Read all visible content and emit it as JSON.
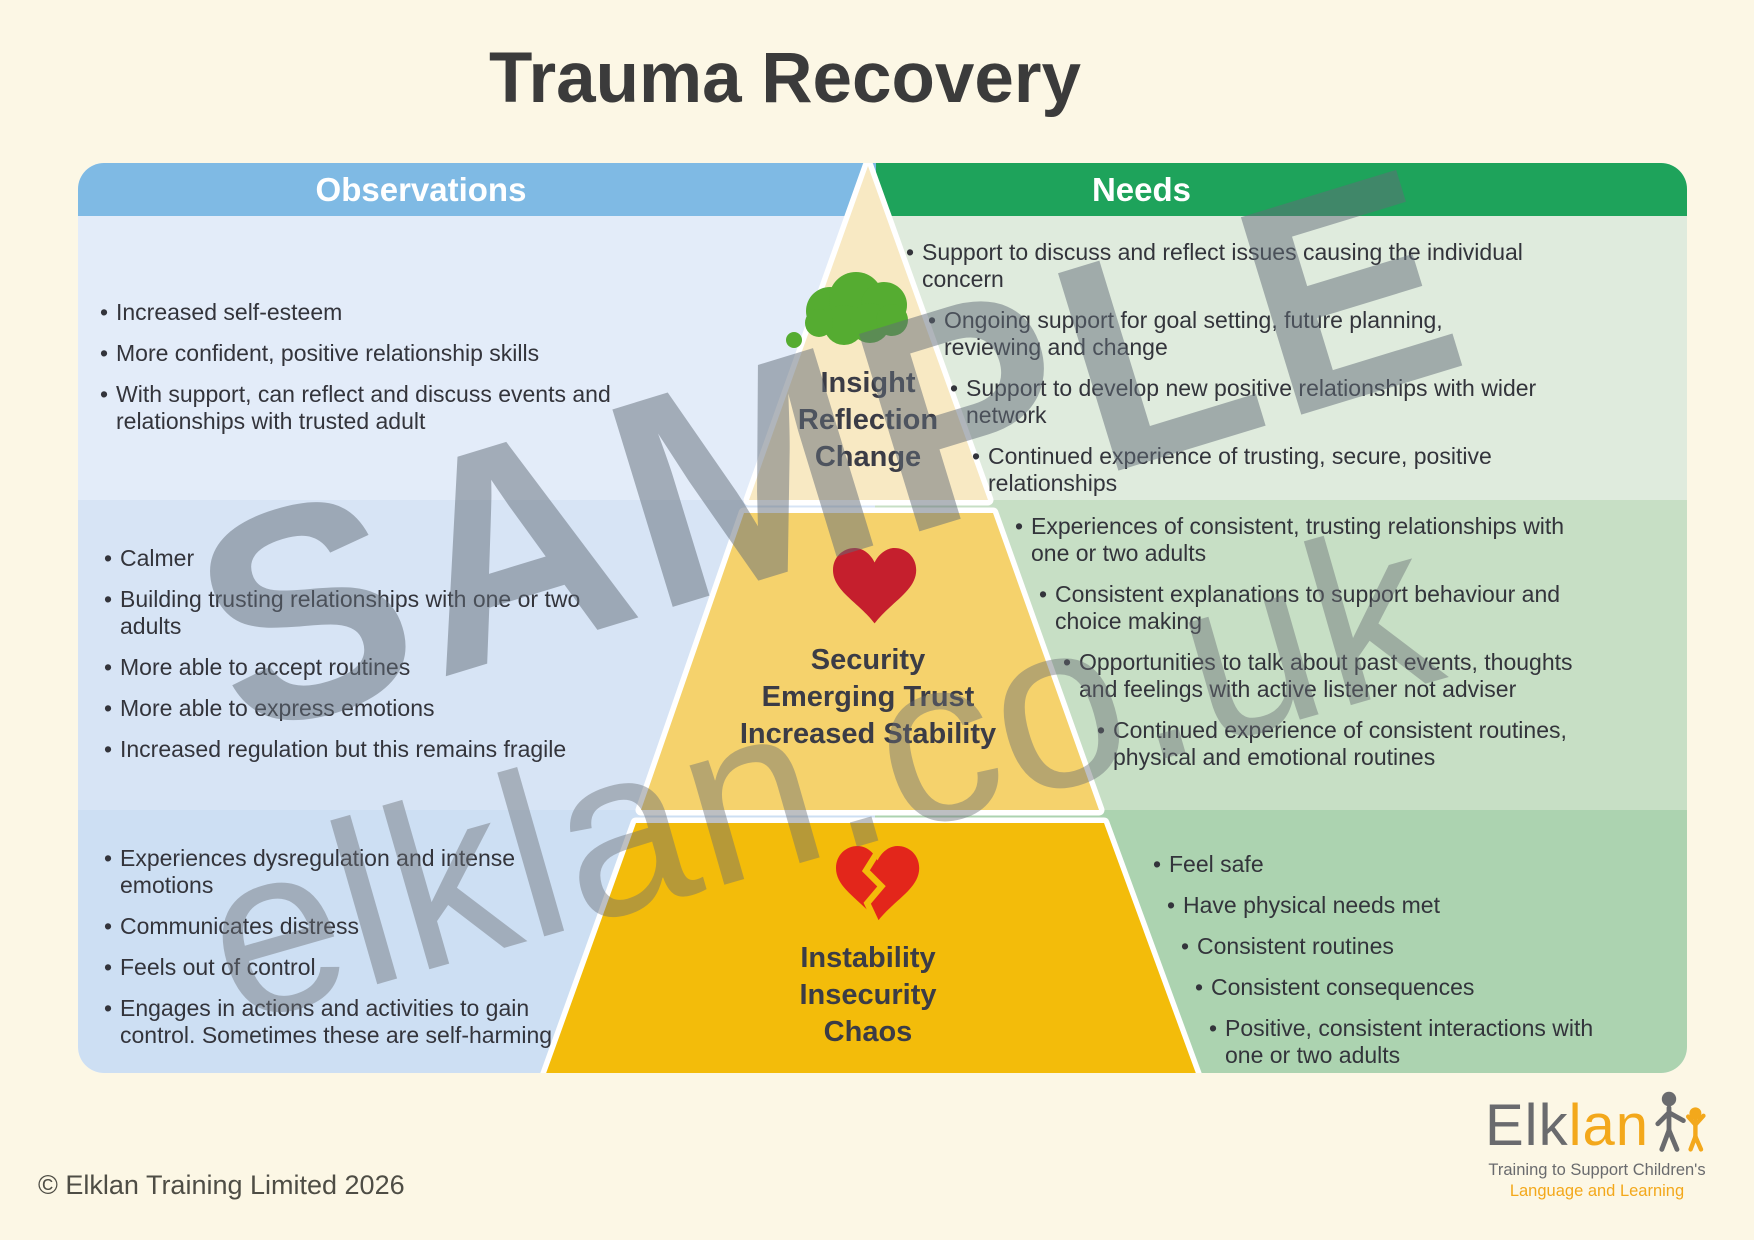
{
  "title": "Trauma Recovery",
  "headers": {
    "observations": "Observations",
    "needs": "Needs"
  },
  "observations": {
    "top": [
      "Increased self-esteem",
      "More confident, positive relationship skills",
      "With support, can reflect and discuss events and relationships with trusted adult"
    ],
    "middle": [
      "Calmer",
      "Building trusting relationships with one or two adults",
      "More able to accept routines",
      "More able to express emotions",
      "Increased regulation but this remains fragile"
    ],
    "bottom": [
      "Experiences dysregulation and intense emotions",
      "Communicates distress",
      "Feels out of control",
      "Engages in actions and activities to gain control. Sometimes these are self-harming"
    ]
  },
  "needs": {
    "top": [
      "Support to discuss and reflect issues causing the individual concern",
      "Ongoing support for goal setting, future planning, reviewing and change",
      "Support to develop new positive relationships with wider network",
      "Continued experience of trusting, secure, positive relationships"
    ],
    "middle": [
      "Experiences of consistent, trusting relationships with one or two adults",
      "Consistent explanations to support behaviour and choice making",
      "Opportunities to talk about past events, thoughts and feelings with active listener not adviser",
      "Continued experience of consistent routines, physical and emotional routines"
    ],
    "bottom": [
      "Feel safe",
      "Have physical needs met",
      "Consistent routines",
      "Consistent consequences",
      "Positive, consistent interactions with one or two adults"
    ]
  },
  "pyramid": {
    "top": {
      "line1": "Insight",
      "line2": "Reflection",
      "line3": "Change",
      "icon": "thought-cloud-icon"
    },
    "middle": {
      "line1": "Security",
      "line2": "Emerging Trust",
      "line3": "Increased Stability",
      "icon": "heart-icon"
    },
    "bottom": {
      "line1": "Instability",
      "line2": "Insecurity",
      "line3": "Chaos",
      "icon": "broken-heart-icon"
    }
  },
  "watermarks": {
    "sample": "SAMPLE",
    "url": "elklan.co.uk"
  },
  "footer": {
    "copyright": "© Elklan Training Limited 2026",
    "logo": {
      "part1": "Elk",
      "part2": "lan",
      "tagline1": "Training to Support Children's",
      "tagline2": "Language and Learning"
    }
  },
  "colors": {
    "page_background": "#FCF7E5",
    "observations_header": "#7FBAE4",
    "needs_header": "#1EA35B",
    "pyramid_top": "#F8E9C3",
    "pyramid_middle": "#F5D26C",
    "pyramid_bottom": "#F3BC0A",
    "heart_red": "#C51F2D",
    "broken_heart_red": "#E3261B",
    "cloud_green": "#55AC31",
    "logo_yellow": "#F3A81B"
  }
}
